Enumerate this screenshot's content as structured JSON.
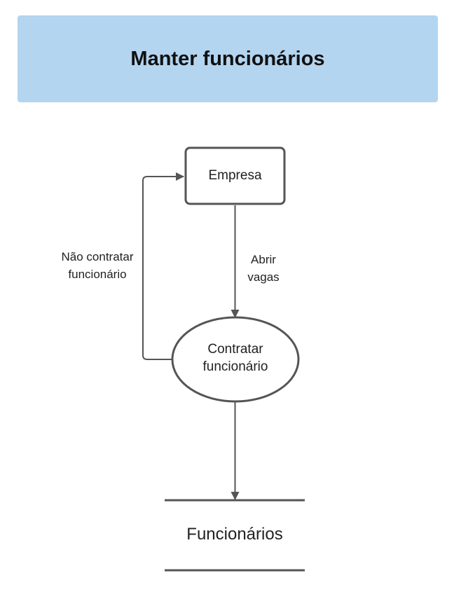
{
  "title": "Manter funcionários",
  "nodes": {
    "empresa": {
      "label": "Empresa"
    },
    "contratar": {
      "label_line1": "Contratar",
      "label_line2": "funcionário"
    },
    "store": {
      "label": "Funcionários"
    }
  },
  "edges": {
    "abrir_vagas": {
      "label_line1": "Abrir",
      "label_line2": "vagas"
    },
    "nao_contratar": {
      "label_line1": "Não contratar",
      "label_line2": "funcionário"
    }
  },
  "colors": {
    "banner": "#b3d5f0",
    "stroke": "#555555"
  }
}
